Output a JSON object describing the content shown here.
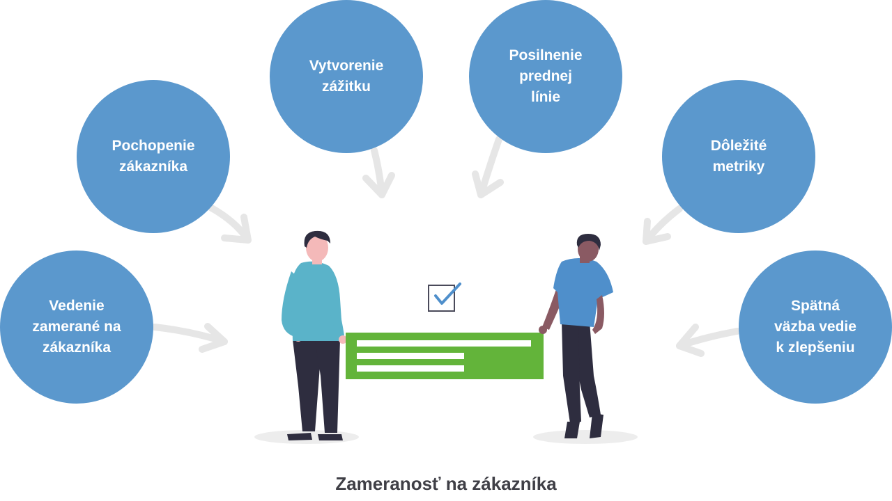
{
  "diagram": {
    "caption": "Zameranosť na zákazníka",
    "nodes": [
      {
        "id": "vedenie",
        "label": "Vedenie\nzamerané na\nzákazníka"
      },
      {
        "id": "pochopenie",
        "label": "Pochopenie\nzákazníka"
      },
      {
        "id": "vytvorenie",
        "label": "Vytvorenie\nzážitku"
      },
      {
        "id": "posilnenie",
        "label": "Posilnenie\nprednej\nlínie"
      },
      {
        "id": "dolezite",
        "label": "Dôležité\nmetriky"
      },
      {
        "id": "spatna",
        "label": "Spätná\nväzba vedie\nk zlepšeniu"
      }
    ],
    "colors": {
      "node_fill": "#5b98cd",
      "arrow": "#e6e6e6",
      "board": "#63b43a",
      "caption": "#3f3f46"
    },
    "illustration": "two-people-holding-green-board-with-checkmark-icon"
  }
}
